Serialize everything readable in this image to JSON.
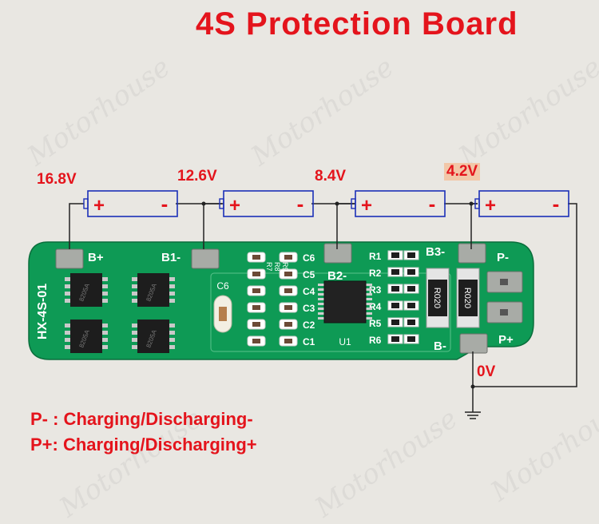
{
  "title": "4S Protection Board",
  "colors": {
    "red": "#e4141c",
    "board": "#0e9a55",
    "pad": "#a8aba6",
    "cell_stroke": "#1c2fb8",
    "wire": "#222222",
    "watermark": "#9a9a9a"
  },
  "watermark_text": "Motorhouse",
  "voltage_labels": [
    {
      "text": "16.8V",
      "highlight": false
    },
    {
      "text": "12.6V",
      "highlight": false
    },
    {
      "text": "8.4V",
      "highlight": false
    },
    {
      "text": "4.2V",
      "highlight": true
    },
    {
      "text": "0V",
      "highlight": false
    }
  ],
  "cells": [
    {
      "plus": "+",
      "minus": "-"
    },
    {
      "plus": "+",
      "minus": "-"
    },
    {
      "plus": "+",
      "minus": "-"
    },
    {
      "plus": "+",
      "minus": "-"
    }
  ],
  "board": {
    "model": "HX-4S-01",
    "pads": [
      "B+",
      "B1-",
      "B2-",
      "B3-",
      "B-",
      "P-",
      "P+"
    ],
    "mosfet_marking": "8205A",
    "capacitors": [
      "C6",
      "C5",
      "C4",
      "C3",
      "C2",
      "C1"
    ],
    "big_cap": "C6",
    "resistors": [
      "R1",
      "R2",
      "R3",
      "R4",
      "R5",
      "R6"
    ],
    "ic_label": "U1",
    "shunts": [
      "R020",
      "R020"
    ],
    "small_labels": [
      "R7",
      "R8",
      "R9"
    ]
  },
  "legend": [
    "P- : Charging/Discharging-",
    "P+: Charging/Discharging+"
  ]
}
